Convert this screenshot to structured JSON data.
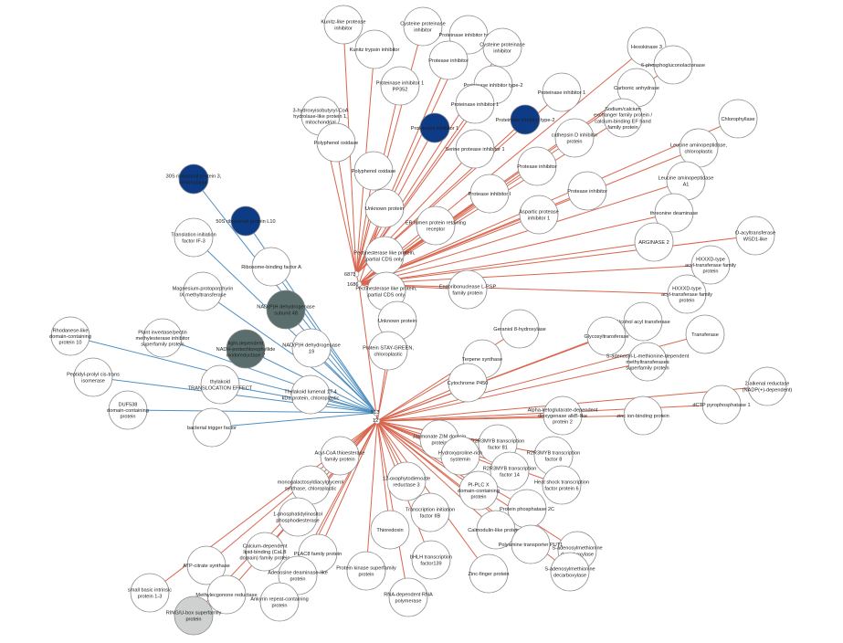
{
  "colors": {
    "edge_red": "#d9664e",
    "edge_blue": "#4f8fc1",
    "node_default": "#ffffff",
    "node_dark_blue": "#0d3b85",
    "node_slate": "#5a6e6e",
    "node_gray": "#cfd0d0",
    "node_stroke": "#8a8a8a"
  },
  "hubs": [
    {
      "id": "h1",
      "label": "6873"
    },
    {
      "id": "h2",
      "label": "1686"
    },
    {
      "id": "h3",
      "label": "513"
    },
    {
      "id": "h4",
      "label": "12"
    }
  ],
  "nodes": [
    {
      "id": "kunitz_like",
      "label": [
        "Kunitz-like protease",
        "inhibitor"
      ],
      "fill": "default",
      "hub": "h1",
      "edge": "red"
    },
    {
      "id": "cys_pi_top",
      "label": [
        "Cysteine proteinase",
        "inhibitor"
      ],
      "fill": "default",
      "hub": "h1",
      "edge": "red"
    },
    {
      "id": "kunitz_trypsin",
      "label": [
        "Kunitz trypsin inhibitor"
      ],
      "fill": "default",
      "hub": "h1",
      "edge": "red"
    },
    {
      "id": "pin_type2_a",
      "label": [
        "Proteinase inhibitor type-2"
      ],
      "fill": "default",
      "hub": "h1",
      "edge": "red"
    },
    {
      "id": "cys_pi_b",
      "label": [
        "Cysteine proteinase",
        "inhibitor"
      ],
      "fill": "default",
      "hub": "h1",
      "edge": "red"
    },
    {
      "id": "protease_inh_a",
      "label": [
        "Protease inhibitor"
      ],
      "fill": "default",
      "hub": "h1",
      "edge": "red"
    },
    {
      "id": "pi_pp352",
      "label": [
        "Proteinase inhibitor 1",
        "PP352"
      ],
      "fill": "default",
      "hub": "h1",
      "edge": "red"
    },
    {
      "id": "pin_type2_b",
      "label": [
        "Proteinase inhibitor type-2"
      ],
      "fill": "default",
      "hub": "h1",
      "edge": "red"
    },
    {
      "id": "hydroxy_coa",
      "label": [
        "3-hydroxyisobutyryl-CoA",
        "hydrolase-like protein 1,",
        "mitochondrial"
      ],
      "fill": "default",
      "hub": "h1",
      "edge": "red"
    },
    {
      "id": "pin1_a",
      "label": [
        "Proteinase inhibitor 1"
      ],
      "fill": "default",
      "hub": "h1",
      "edge": "red"
    },
    {
      "id": "pin1_b",
      "label": [
        "Proteinase inhibitor 1"
      ],
      "fill": "default",
      "hub": "h1",
      "edge": "red"
    },
    {
      "id": "pin1_dark",
      "label": [
        "Proteinase inhibitor 1"
      ],
      "fill": "dark_blue",
      "hub": "h1",
      "edge": "red"
    },
    {
      "id": "pin_type2_dark",
      "label": [
        "Proteinase inhibitor type-2"
      ],
      "fill": "dark_blue",
      "hub": "h1",
      "edge": "red"
    },
    {
      "id": "polyphenol_a",
      "label": [
        "Polyphenol oxidase"
      ],
      "fill": "default",
      "hub": "h1",
      "edge": "red"
    },
    {
      "id": "polyphenol_b",
      "label": [
        "Polyphenol oxidase"
      ],
      "fill": "default",
      "hub": "h1",
      "edge": "red"
    },
    {
      "id": "serine_pi",
      "label": [
        "Serine protease inhibitor 1"
      ],
      "fill": "default",
      "hub": "h1",
      "edge": "red"
    },
    {
      "id": "cathepsin",
      "label": [
        "cathepsin D inhibitor",
        "protein"
      ],
      "fill": "default",
      "hub": "h2",
      "edge": "red"
    },
    {
      "id": "protease_inh_b",
      "label": [
        "Protease inhibitor"
      ],
      "fill": "default",
      "hub": "h2",
      "edge": "red"
    },
    {
      "id": "protease_inh_i",
      "label": [
        "Protease inhibitor I"
      ],
      "fill": "default",
      "hub": "h2",
      "edge": "red"
    },
    {
      "id": "protease_inh_c",
      "label": [
        "Protease inhibitor"
      ],
      "fill": "default",
      "hub": "h2",
      "edge": "red"
    },
    {
      "id": "hexokinase",
      "label": [
        "Hexokinase 3"
      ],
      "fill": "default",
      "hub": "h2",
      "edge": "red"
    },
    {
      "id": "phosphogluconolactonase",
      "label": [
        "6-phosphogluconolactonase"
      ],
      "fill": "default",
      "hub": "h2",
      "edge": "red"
    },
    {
      "id": "carbonic",
      "label": [
        "Carbonic anhydrase"
      ],
      "fill": "default",
      "hub": "h2",
      "edge": "red"
    },
    {
      "id": "sodium_calcium",
      "label": [
        "Sodium/calcium",
        "exchanger family protein /",
        "calcium-binding EF hand",
        "family protein"
      ],
      "fill": "default",
      "hub": "h2",
      "edge": "red"
    },
    {
      "id": "chlorophyllase",
      "label": [
        "Chlorophyllase"
      ],
      "fill": "default",
      "hub": "h2",
      "edge": "red"
    },
    {
      "id": "leucine_chloro",
      "label": [
        "Leucine aminopeptidase,",
        "chloroplastic"
      ],
      "fill": "default",
      "hub": "h2",
      "edge": "red"
    },
    {
      "id": "leucine_a1",
      "label": [
        "Leucine aminopeptidase",
        "A1"
      ],
      "fill": "default",
      "hub": "h2",
      "edge": "red"
    },
    {
      "id": "threonine",
      "label": [
        "threonine deaminase"
      ],
      "fill": "default",
      "hub": "h2",
      "edge": "red"
    },
    {
      "id": "unknown_a",
      "label": [
        "Unknown protein"
      ],
      "fill": "default",
      "hub": "h2",
      "edge": "red"
    },
    {
      "id": "er_retention",
      "label": [
        "ER lumen protein retaining",
        "receptor"
      ],
      "fill": "default",
      "hub": "h2",
      "edge": "red"
    },
    {
      "id": "aspartic",
      "label": [
        "Aspartic protease",
        "inhibitor 1"
      ],
      "fill": "default",
      "hub": "h2",
      "edge": "red"
    },
    {
      "id": "arginase",
      "label": [
        "ARGINASE 2"
      ],
      "fill": "default",
      "hub": "h2",
      "edge": "red"
    },
    {
      "id": "o_acyl",
      "label": [
        "O-acyltransferase",
        "WSD1-like"
      ],
      "fill": "default",
      "hub": "h2",
      "edge": "red"
    },
    {
      "id": "hxxxd_a",
      "label": [
        "HXXXD-type",
        "acyl-transferase family",
        "protein"
      ],
      "fill": "default",
      "hub": "h2",
      "edge": "red"
    },
    {
      "id": "hxxxd_b",
      "label": [
        "HXXXD-type",
        "acyl-transferase family",
        "protein"
      ],
      "fill": "default",
      "hub": "h2",
      "edge": "red"
    },
    {
      "id": "pectinesterase_a",
      "label": [
        "Pectinesterase like protein,",
        "partial CDS only"
      ],
      "fill": "default",
      "hub": "h2",
      "edge": "red"
    },
    {
      "id": "pectinesterase_b",
      "label": [
        "Pectinesterase like protein,",
        "partial CDS only"
      ],
      "fill": "default",
      "hub": "h2",
      "edge": "red"
    },
    {
      "id": "endoribonuclease",
      "label": [
        "Endoribonuclease L-PSP",
        "family protein"
      ],
      "fill": "default",
      "hub": "h2",
      "edge": "red"
    },
    {
      "id": "alcohol_acyl",
      "label": [
        "Alcohol acyl transferase"
      ],
      "fill": "default",
      "hub": "h4",
      "edge": "red"
    },
    {
      "id": "transferase",
      "label": [
        "Transferase"
      ],
      "fill": "default",
      "hub": "h4",
      "edge": "red"
    },
    {
      "id": "unknown_b",
      "label": [
        "Unknown protein"
      ],
      "fill": "default",
      "hub": "h4",
      "edge": "red"
    },
    {
      "id": "geraniol",
      "label": [
        "Geraniol 8-hydroxylase"
      ],
      "fill": "default",
      "hub": "h4",
      "edge": "red"
    },
    {
      "id": "glycosyl",
      "label": [
        "Glycosyltransferase"
      ],
      "fill": "default",
      "hub": "h4",
      "edge": "red"
    },
    {
      "id": "stay_green",
      "label": [
        "Protein STAY-GREEN,",
        "chloroplastic"
      ],
      "fill": "default",
      "hub": "h4",
      "edge": "red"
    },
    {
      "id": "terpene",
      "label": [
        "Terpene synthase"
      ],
      "fill": "default",
      "hub": "h4",
      "edge": "red"
    },
    {
      "id": "sam_methyl",
      "label": [
        "S-adenosyl-L-methionine-dependent",
        "methyltransferases",
        "superfamily protein"
      ],
      "fill": "default",
      "hub": "h4",
      "edge": "red"
    },
    {
      "id": "cytochrome",
      "label": [
        "Cytochrome P450"
      ],
      "fill": "default",
      "hub": "h4",
      "edge": "red"
    },
    {
      "id": "alkenal",
      "label": [
        "2-alkenal reductase",
        "(NADP(+)-dependent)"
      ],
      "fill": "default",
      "hub": "h4",
      "edge": "red"
    },
    {
      "id": "alpha_keto",
      "label": [
        "Alpha-ketoglutarate-dependent",
        "dioxygenase alkB-like",
        "protein 2"
      ],
      "fill": "default",
      "hub": "h4",
      "edge": "red"
    },
    {
      "id": "zinc_ion",
      "label": [
        "zinc ion-binding protein"
      ],
      "fill": "default",
      "hub": "h4",
      "edge": "red"
    },
    {
      "id": "nctp",
      "label": [
        "dCTP pyrophosphatase 1"
      ],
      "fill": "default",
      "hub": "h4",
      "edge": "red"
    },
    {
      "id": "jaz",
      "label": [
        "Jasmonate ZIM domain",
        "protein"
      ],
      "fill": "default",
      "hub": "h4",
      "edge": "red"
    },
    {
      "id": "r2r3_81",
      "label": [
        "R2R3MYB transcription",
        "factor 81"
      ],
      "fill": "default",
      "hub": "h4",
      "edge": "red"
    },
    {
      "id": "r2r3_8",
      "label": [
        "R2R3MYB transcription",
        "factor 8"
      ],
      "fill": "default",
      "hub": "h4",
      "edge": "red"
    },
    {
      "id": "acyl_coa",
      "label": [
        "Acyl-CoA thioesterase",
        "family protein"
      ],
      "fill": "default",
      "hub": "h4",
      "edge": "red"
    },
    {
      "id": "hydroxyproline",
      "label": [
        "Hydroxyproline-rich",
        "systemin"
      ],
      "fill": "default",
      "hub": "h4",
      "edge": "red"
    },
    {
      "id": "r2r3_14",
      "label": [
        "R2R3MYB transcription",
        "factor 14"
      ],
      "fill": "default",
      "hub": "h4",
      "edge": "red"
    },
    {
      "id": "heat_shock",
      "label": [
        "Heat shock transcription",
        "factor protein 6"
      ],
      "fill": "default",
      "hub": "h4",
      "edge": "red"
    },
    {
      "id": "mgdg",
      "label": [
        "monogalactosyldiacylglycerol",
        "synthase, chloroplastic"
      ],
      "fill": "default",
      "hub": "h4",
      "edge": "red"
    },
    {
      "id": "oxophyto",
      "label": [
        "12-oxophytodienoate",
        "reductase 3"
      ],
      "fill": "default",
      "hub": "h4",
      "edge": "red"
    },
    {
      "id": "pi_plc",
      "label": [
        "PI-PLC X",
        "domain-containing",
        "protein"
      ],
      "fill": "default",
      "hub": "h4",
      "edge": "red"
    },
    {
      "id": "phospho_di",
      "label": [
        "1-phosphatidylinositol",
        "phosphodiesterase"
      ],
      "fill": "default",
      "hub": "h4",
      "edge": "red"
    },
    {
      "id": "pp2c",
      "label": [
        "Protein phosphatase 2C"
      ],
      "fill": "default",
      "hub": "h4",
      "edge": "red"
    },
    {
      "id": "transcription_iib",
      "label": [
        "Transcription initiation",
        "factor IIB"
      ],
      "fill": "default",
      "hub": "h4",
      "edge": "red"
    },
    {
      "id": "calmodulin",
      "label": [
        "Calmodulin-like protein 3"
      ],
      "fill": "default",
      "hub": "h4",
      "edge": "red"
    },
    {
      "id": "thioredoxin",
      "label": [
        "Thioredoxin"
      ],
      "fill": "default",
      "hub": "h4",
      "edge": "red"
    },
    {
      "id": "sam_decarb_a",
      "label": [
        "S-adenosylmethionine",
        "decarboxylase"
      ],
      "fill": "default",
      "hub": "h4",
      "edge": "red"
    },
    {
      "id": "polyamine",
      "label": [
        "Polyamine transporter PUT1"
      ],
      "fill": "default",
      "hub": "h4",
      "edge": "red"
    },
    {
      "id": "calcium_lipid",
      "label": [
        "Calcium-dependent",
        "lipid-binding (CaLB",
        "domain) family protein"
      ],
      "fill": "default",
      "hub": "h4",
      "edge": "red"
    },
    {
      "id": "plac8",
      "label": [
        "PLAC8 family protein"
      ],
      "fill": "default",
      "hub": "h4",
      "edge": "red"
    },
    {
      "id": "sam_decarb_b",
      "label": [
        "S-adenosylmethionine",
        "decarboxylase"
      ],
      "fill": "default",
      "hub": "h4",
      "edge": "red"
    },
    {
      "id": "atp_citrate",
      "label": [
        "ATP-citrate synthase"
      ],
      "fill": "default",
      "hub": "h4",
      "edge": "red"
    },
    {
      "id": "adenosine",
      "label": [
        "Adenosine deaminase-like",
        "protein"
      ],
      "fill": "default",
      "hub": "h4",
      "edge": "red"
    },
    {
      "id": "protein_kinase",
      "label": [
        "Protein kinase superfamily",
        "protein"
      ],
      "fill": "default",
      "hub": "h4",
      "edge": "red"
    },
    {
      "id": "bhlh",
      "label": [
        "bHLH transcription",
        "factor139"
      ],
      "fill": "default",
      "hub": "h4",
      "edge": "red"
    },
    {
      "id": "zinc_finger",
      "label": [
        "Zinc-finger protein"
      ],
      "fill": "default",
      "hub": "h4",
      "edge": "red"
    },
    {
      "id": "small_basic",
      "label": [
        "small basic intrinsic",
        "protein 1-3"
      ],
      "fill": "default",
      "hub": "h4",
      "edge": "red"
    },
    {
      "id": "methylenone",
      "label": [
        "Methylecgonone reductase"
      ],
      "fill": "default",
      "hub": "h4",
      "edge": "red"
    },
    {
      "id": "ankyrin",
      "label": [
        "Ankyrin repeat-containing",
        "protein"
      ],
      "fill": "default",
      "hub": "h4",
      "edge": "red"
    },
    {
      "id": "rna_poly",
      "label": [
        "RNA-dependent RNA",
        "polymerase"
      ],
      "fill": "default",
      "hub": "h4",
      "edge": "red"
    },
    {
      "id": "ring_ubox",
      "label": [
        "RING/U-box superfamily",
        "protein"
      ],
      "fill": "gray",
      "hub": "h4",
      "edge": "red"
    },
    {
      "id": "ribosomal_30s",
      "label": [
        "30S ribosomal protein 3,",
        "chloroplastic"
      ],
      "fill": "dark_blue",
      "hub": "h3",
      "edge": "blue"
    },
    {
      "id": "ribosomal_l10",
      "label": [
        "50S ribosomal protein L10"
      ],
      "fill": "dark_blue",
      "hub": "h3",
      "edge": "blue"
    },
    {
      "id": "translation_if3",
      "label": [
        "Translation initiation",
        "factor IF-3"
      ],
      "fill": "default",
      "hub": "h3",
      "edge": "blue"
    },
    {
      "id": "ribosome_binding",
      "label": [
        "Ribosome-binding factor A"
      ],
      "fill": "default",
      "hub": "h3",
      "edge": "blue"
    },
    {
      "id": "magnesium",
      "label": [
        "Magnesium-protoporphyrin",
        "IX methyltransferase"
      ],
      "fill": "default",
      "hub": "h3",
      "edge": "blue"
    },
    {
      "id": "nadph_dehydro_slate",
      "label": [
        "NAD(P)H dehydrogenase",
        "subunit 48"
      ],
      "fill": "slate",
      "hub": "h3",
      "edge": "blue"
    },
    {
      "id": "rhodanese",
      "label": [
        "Rhodanese-like",
        "domain-containing",
        "protein 10"
      ],
      "fill": "default",
      "hub": "h3",
      "edge": "blue"
    },
    {
      "id": "plant_invertase",
      "label": [
        "Plant invertase/pectin",
        "methylesterase inhibitor",
        "superfamily protein"
      ],
      "fill": "default",
      "hub": "h3",
      "edge": "blue"
    },
    {
      "id": "light_dependent",
      "label": [
        "light-dependent",
        "NADH-protochlorophyllide",
        "oxidoreductase 2"
      ],
      "fill": "slate",
      "hub": "h3",
      "edge": "blue"
    },
    {
      "id": "nadph_dehydro_19",
      "label": [
        "NAD(P)H dehydrogenase",
        "19"
      ],
      "fill": "default",
      "hub": "h3",
      "edge": "blue"
    },
    {
      "id": "peptidyl",
      "label": [
        "Peptidyl-prolyl cis-trans",
        "isomerase"
      ],
      "fill": "default",
      "hub": "h3",
      "edge": "blue"
    },
    {
      "id": "thylakoid_tic",
      "label": [
        "thylakoid",
        "TRANSLOCATION EFFECT"
      ],
      "fill": "default",
      "hub": "h3",
      "edge": "blue"
    },
    {
      "id": "thylakoid_lumenal",
      "label": [
        "Thylakoid lumenal 17.4",
        "kDa protein, chloroplastic"
      ],
      "fill": "default",
      "hub": "h3",
      "edge": "blue"
    },
    {
      "id": "duf538",
      "label": [
        "DUF538",
        "domain-containing",
        "protein"
      ],
      "fill": "default",
      "hub": "h3",
      "edge": "blue"
    },
    {
      "id": "bacterial_trigger",
      "label": [
        "bacterial trigger factor"
      ],
      "fill": "default",
      "hub": "h3",
      "edge": "blue"
    }
  ]
}
